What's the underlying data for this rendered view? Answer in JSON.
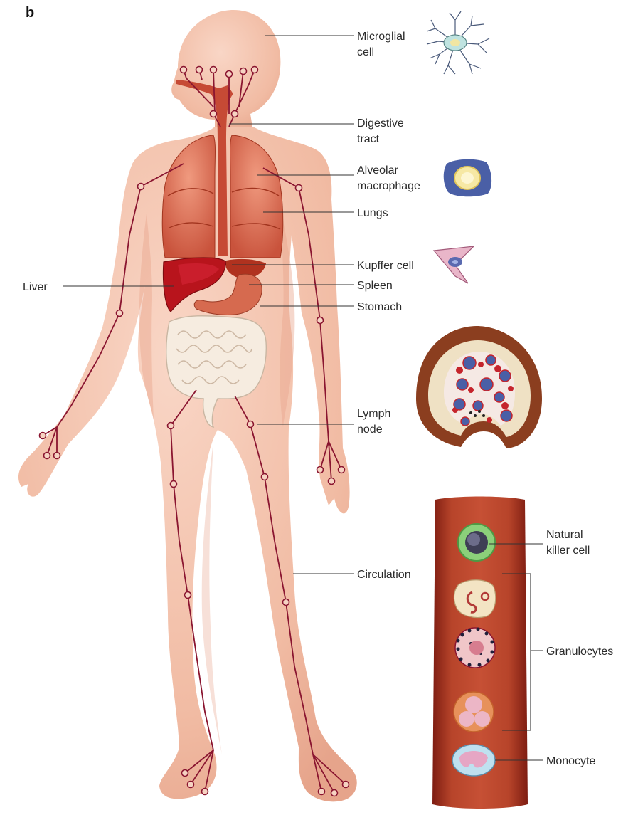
{
  "figure": {
    "panel_letter": "b",
    "labels": {
      "microglial_cell": [
        "Microglial",
        "cell"
      ],
      "digestive_tract": [
        "Digestive",
        "tract"
      ],
      "alveolar_macrophage": [
        "Alveolar",
        "macrophage"
      ],
      "lungs": "Lungs",
      "kupffer_cell": "Kupffer cell",
      "liver": "Liver",
      "spleen": "Spleen",
      "stomach": "Stomach",
      "lymph_node": [
        "Lymph",
        "node"
      ],
      "circulation": "Circulation",
      "natural_killer_cell": [
        "Natural",
        "killer cell"
      ],
      "granulocytes": "Granulocytes",
      "monocyte": "Monocyte"
    },
    "colors": {
      "skin": "#f4c3ad",
      "skin_shadow": "#e9a78f",
      "organ_red": "#c9412f",
      "liver": "#b8141c",
      "vessel": "#8a1530",
      "intestine": "#f6ece0",
      "node_capsule": "#8b3e1f",
      "cell_blue": "#4a5fa6"
    }
  }
}
